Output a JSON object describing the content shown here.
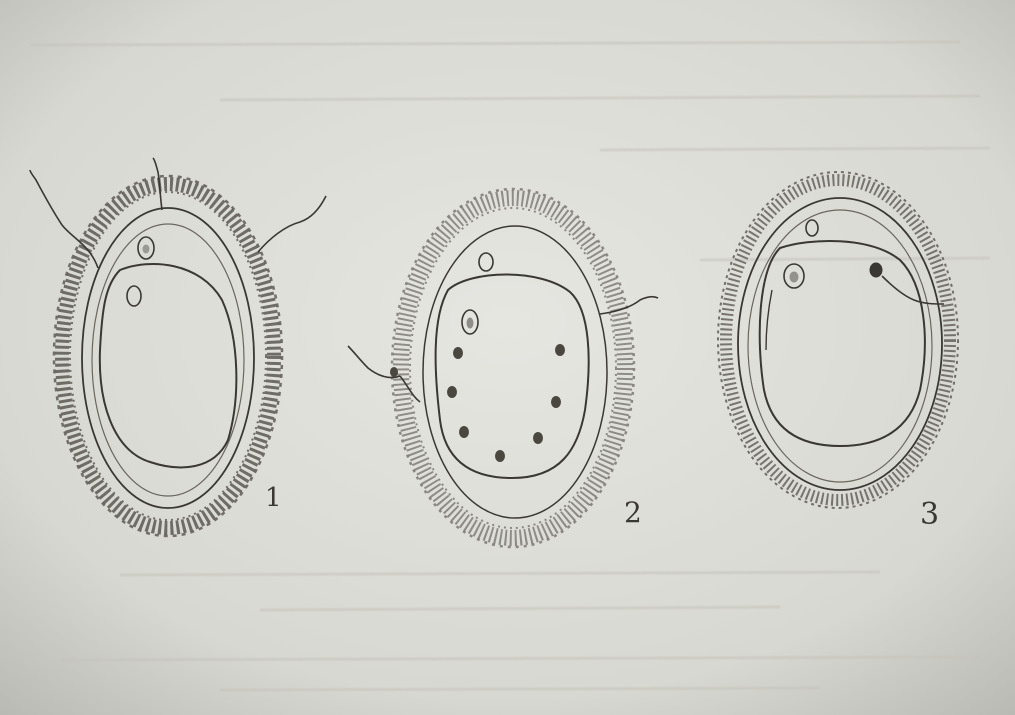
{
  "figures": [
    {
      "label": "1"
    },
    {
      "label": "2"
    },
    {
      "label": "3"
    }
  ],
  "colors": {
    "paper": "#dcdcd6",
    "ink": "#3a3833",
    "faint_ink": "#8a877f",
    "cell_dot": "#4a4740"
  }
}
